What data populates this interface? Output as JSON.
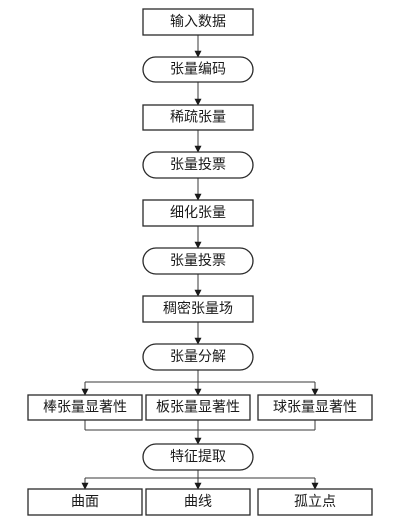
{
  "nodes": {
    "input_data": "输入数据",
    "tensor_encoding": "张量编码",
    "sparse_tensor": "稀疏张量",
    "tensor_voting_1": "张量投票",
    "refined_tensor": "细化张量",
    "tensor_voting_2": "张量投票",
    "dense_tensor_field": "稠密张量场",
    "tensor_decomposition": "张量分解",
    "stick_saliency": "棒张量显著性",
    "plate_saliency": "板张量显著性",
    "ball_saliency": "球张量显著性",
    "feature_extraction": "特征提取",
    "surface": "曲面",
    "curve": "曲线",
    "isolated_point": "孤立点"
  }
}
